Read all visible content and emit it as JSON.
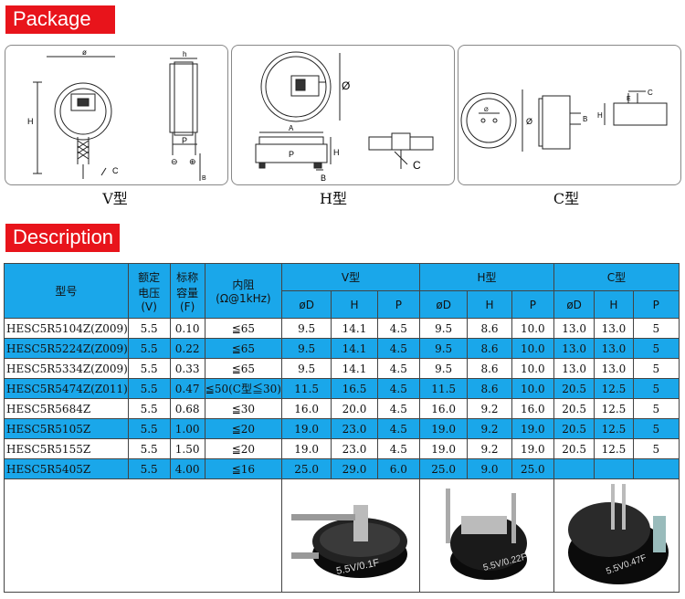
{
  "package_title": "Package",
  "description_title": "Description",
  "panels": [
    {
      "caption": "V型",
      "labels": {
        "diameter": "ø",
        "h": "h",
        "H": "H",
        "P": "P",
        "C": "C",
        "B": "B",
        "minus": "⊖",
        "plus": "⊕"
      }
    },
    {
      "caption": "H型",
      "labels": {
        "diameter": "Ø",
        "A": "A",
        "H": "H",
        "P": "P",
        "B": "B",
        "C": "C"
      }
    },
    {
      "caption": "C型",
      "labels": {
        "diameter": "Ø",
        "D": "Ø",
        "B": "B",
        "H": "H",
        "E": "E",
        "C": "C"
      }
    }
  ],
  "table": {
    "headers": {
      "model": "型号",
      "voltage": [
        "额定",
        "电压",
        "(V)"
      ],
      "capacity": [
        "标称",
        "容量",
        "(F)"
      ],
      "resistance": [
        "内阻",
        "(Ω@1kHz)"
      ],
      "groups": [
        "V型",
        "H型",
        "C型"
      ],
      "sub": [
        "øD",
        "H",
        "P",
        "øD",
        "H",
        "P",
        "øD",
        "H",
        "P"
      ]
    },
    "rows": [
      [
        "HESC5R5104Z(Z009)",
        "5.5",
        "0.10",
        "≦65",
        "9.5",
        "14.1",
        "4.5",
        "9.5",
        "8.6",
        "10.0",
        "13.0",
        "13.0",
        "5"
      ],
      [
        "HESC5R5224Z(Z009)",
        "5.5",
        "0.22",
        "≦65",
        "9.5",
        "14.1",
        "4.5",
        "9.5",
        "8.6",
        "10.0",
        "13.0",
        "13.0",
        "5"
      ],
      [
        "HESC5R5334Z(Z009)",
        "5.5",
        "0.33",
        "≦65",
        "9.5",
        "14.1",
        "4.5",
        "9.5",
        "8.6",
        "10.0",
        "13.0",
        "13.0",
        "5"
      ],
      [
        "HESC5R5474Z(Z011)",
        "5.5",
        "0.47",
        "≦50(C型≦30)",
        "11.5",
        "16.5",
        "4.5",
        "11.5",
        "8.6",
        "10.0",
        "20.5",
        "12.5",
        "5"
      ],
      [
        "HESC5R5684Z",
        "5.5",
        "0.68",
        "≦30",
        "16.0",
        "20.0",
        "4.5",
        "16.0",
        "9.2",
        "16.0",
        "20.5",
        "12.5",
        "5"
      ],
      [
        "HESC5R5105Z",
        "5.5",
        "1.00",
        "≦20",
        "19.0",
        "23.0",
        "4.5",
        "19.0",
        "9.2",
        "19.0",
        "20.5",
        "12.5",
        "5"
      ],
      [
        "HESC5R5155Z",
        "5.5",
        "1.50",
        "≦20",
        "19.0",
        "23.0",
        "4.5",
        "19.0",
        "9.2",
        "19.0",
        "20.5",
        "12.5",
        "5"
      ],
      [
        "HESC5R5405Z",
        "5.5",
        "4.00",
        "≦16",
        "25.0",
        "29.0",
        "6.0",
        "25.0",
        "9.0",
        "25.0",
        "",
        "",
        ""
      ]
    ],
    "photo_prints": [
      "5.5V/0.1F",
      "5.5V/0.22F",
      "5.5V0.47F"
    ]
  }
}
